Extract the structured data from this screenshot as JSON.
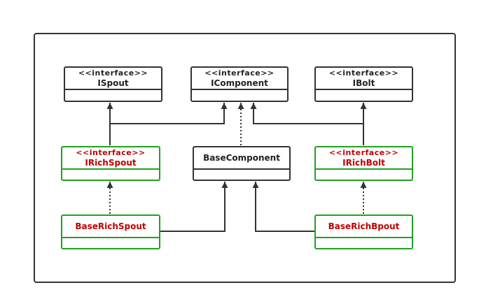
{
  "nodes": {
    "ispout": {
      "stereotype": "<<interface>>",
      "name": "ISpout"
    },
    "icomponent": {
      "stereotype": "<<interface>>",
      "name": "IComponent"
    },
    "ibolt": {
      "stereotype": "<<interface>>",
      "name": "IBolt"
    },
    "irichspout": {
      "stereotype": "<<interface>>",
      "name": "IRichSpout"
    },
    "basecomponent": {
      "name": "BaseComponent"
    },
    "irichbolt": {
      "stereotype": "<<interface>>",
      "name": "IRichBolt"
    },
    "baserichspout": {
      "name": "BaseRichSpout"
    },
    "baserichbpout": {
      "name": "BaseRichBpout"
    }
  },
  "colors": {
    "default_border": "#333333",
    "highlight_border": "#22a022",
    "highlight_text": "#c00000"
  },
  "edges": [
    {
      "from": "IRichSpout",
      "to": "ISpout",
      "style": "solid"
    },
    {
      "from": "IRichSpout",
      "to": "IComponent",
      "style": "solid"
    },
    {
      "from": "BaseComponent",
      "to": "IComponent",
      "style": "dotted"
    },
    {
      "from": "IRichBolt",
      "to": "IComponent",
      "style": "solid"
    },
    {
      "from": "IRichBolt",
      "to": "IBolt",
      "style": "solid"
    },
    {
      "from": "BaseRichSpout",
      "to": "IRichSpout",
      "style": "dotted"
    },
    {
      "from": "BaseRichSpout",
      "to": "BaseComponent",
      "style": "solid"
    },
    {
      "from": "BaseRichBpout",
      "to": "BaseComponent",
      "style": "solid"
    },
    {
      "from": "BaseRichBpout",
      "to": "IRichBolt",
      "style": "dotted"
    }
  ]
}
